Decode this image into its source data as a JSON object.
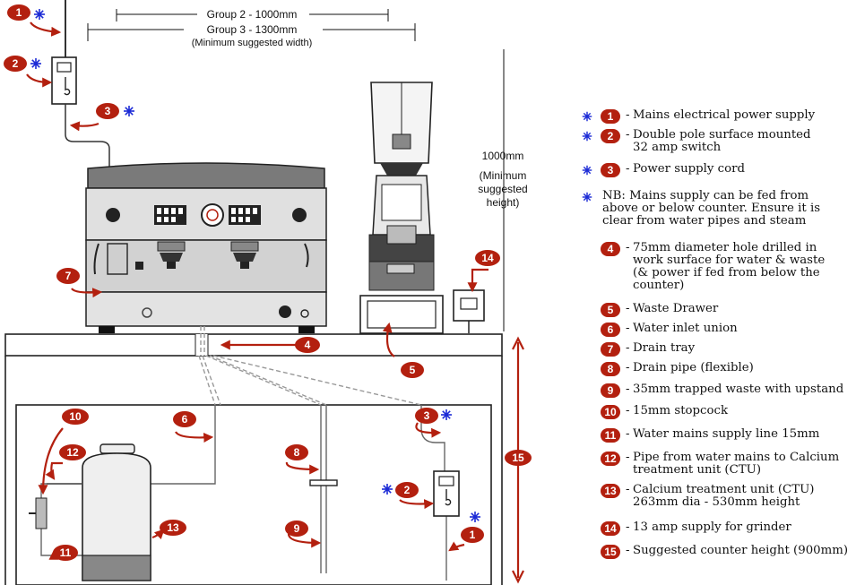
{
  "dimensions": {
    "group2": "Group 2 - 1000mm",
    "group3": "Group 3 - 1300mm",
    "group3_note": "(Minimum suggested width)",
    "height_value": "1000mm",
    "height_note_1": "(Minimum",
    "height_note_2": "suggested",
    "height_note_3": "height)"
  },
  "colors": {
    "badge": "#b3200f",
    "star": "#1c2bd6",
    "line": "#222222",
    "machine": "#d9d9d9"
  },
  "markers": {
    "m1": "1",
    "m2": "2",
    "m3": "3",
    "m4": "4",
    "m5": "5",
    "m6": "6",
    "m7": "7",
    "m8": "8",
    "m9": "9",
    "m10": "10",
    "m11": "11",
    "m12": "12",
    "m13": "13",
    "m14": "14",
    "m15": "15"
  },
  "legend": {
    "items": [
      {
        "num": "1",
        "star": true,
        "text": "Mains electrical power supply"
      },
      {
        "num": "2",
        "star": true,
        "text": "Double pole surface mounted\n32 amp switch"
      },
      {
        "num": "3",
        "star": true,
        "text": "Power supply cord"
      },
      {
        "num": "",
        "star": true,
        "text": "NB: Mains supply can be fed from\nabove or below counter. Ensure it is\nclear from water pipes and steam"
      },
      {
        "num": "4",
        "star": false,
        "text": "75mm diameter hole drilled in\nwork surface for water & waste\n(& power if fed from below the\ncounter)"
      },
      {
        "num": "5",
        "star": false,
        "text": "Waste Drawer"
      },
      {
        "num": "6",
        "star": false,
        "text": "Water inlet union"
      },
      {
        "num": "7",
        "star": false,
        "text": "Drain tray"
      },
      {
        "num": "8",
        "star": false,
        "text": "Drain pipe (flexible)"
      },
      {
        "num": "9",
        "star": false,
        "text": "35mm trapped waste with upstand"
      },
      {
        "num": "10",
        "star": false,
        "text": "15mm stopcock"
      },
      {
        "num": "11",
        "star": false,
        "text": "Water mains supply line 15mm"
      },
      {
        "num": "12",
        "star": false,
        "text": "Pipe from water mains to Calcium\ntreatment unit (CTU)"
      },
      {
        "num": "13",
        "star": false,
        "text": "Calcium treatment unit (CTU)\n263mm dia - 530mm height"
      },
      {
        "num": "14",
        "star": false,
        "text": "13 amp supply for grinder"
      },
      {
        "num": "15",
        "star": false,
        "text": "Suggested counter height (900mm)"
      }
    ]
  }
}
